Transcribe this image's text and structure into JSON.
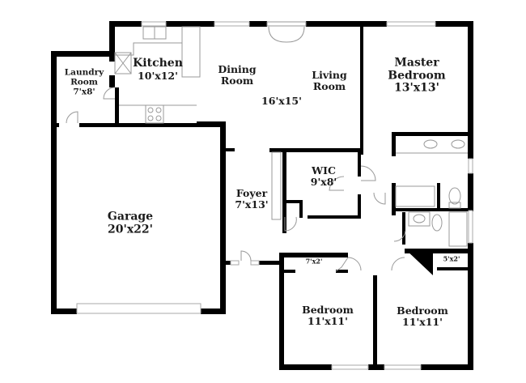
{
  "floorplan": {
    "rooms": [
      {
        "id": "kitchen",
        "name": "Kitchen",
        "dims": "10'x12'"
      },
      {
        "id": "laundry",
        "name_line1": "Laundry",
        "name_line2": "Room",
        "dims": "7'x8'"
      },
      {
        "id": "dining",
        "name_line1": "Dining",
        "name_line2": "Room"
      },
      {
        "id": "living",
        "name_line1": "Living",
        "name_line2": "Room",
        "dims": "16'x15'"
      },
      {
        "id": "master",
        "name_line1": "Master",
        "name_line2": "Bedroom",
        "dims": "13'x13'"
      },
      {
        "id": "wic",
        "name": "WIC",
        "dims": "9'x8'"
      },
      {
        "id": "foyer",
        "name": "Foyer",
        "dims": "7'x13'"
      },
      {
        "id": "garage",
        "name": "Garage",
        "dims": "20'x22'"
      },
      {
        "id": "bedroom2",
        "name": "Bedroom",
        "dims": "11'x11'"
      },
      {
        "id": "bedroom3",
        "name": "Bedroom",
        "dims": "11'x11'"
      }
    ],
    "closets": [
      {
        "id": "closet-bedroom2",
        "dims": "7'x2'"
      },
      {
        "id": "closet-bedroom3",
        "dims": "5'x2'"
      }
    ],
    "colors": {
      "wall": "#000000",
      "fixture": "#999999",
      "window": "#bbbbbb",
      "text": "#1a1a1a"
    }
  }
}
